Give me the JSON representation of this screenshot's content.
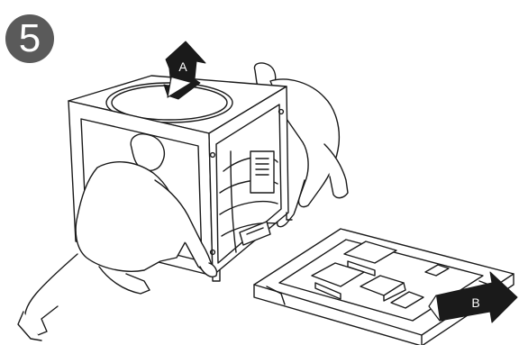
{
  "step": {
    "number": "5"
  },
  "arrows": {
    "lift": {
      "label": "A",
      "color": "#1a1a1a"
    },
    "slide": {
      "label": "B",
      "color": "#1a1a1a"
    }
  },
  "illustration": {
    "style": "black line art on white",
    "objects": [
      "washer-cabinet",
      "person-left-kneeling",
      "person-right-crouching",
      "foam-packing-base"
    ]
  }
}
